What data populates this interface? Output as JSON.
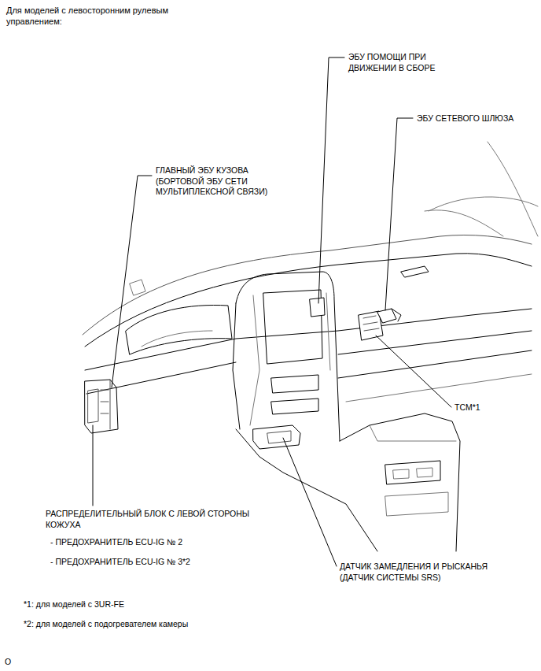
{
  "diagram": {
    "title": "Для моделей с левосторонним рулевым управлением:",
    "labels": [
      "ЭБУ ПОМОЩИ ПРИ ДВИЖЕНИИ В СБОРЕ",
      "ЭБУ СЕТЕВОГО ШЛЮЗА",
      "ГЛАВНЫЙ ЭБУ КУЗОВА (БОРТОВОЙ ЭБУ СЕТИ МУЛЬТИПЛЕКСНОЙ СВЯЗИ)",
      "TCM*1",
      "РАСПРЕДЕЛИТЕЛЬНЫЙ БЛОК С ЛЕВОЙ СТОРОНЫ КОЖУХА",
      "- ПРЕДОХРАНИТЕЛЬ ECU-IG № 2",
      "- ПРЕДОХРАНИТЕЛЬ ECU-IG № 3*2",
      "ДАТЧИК ЗАМЕДЛЕНИЯ И РЫСКАНЬЯ (ДАТЧИК СИСТЕМЫ SRS)",
      "*1: для моделей с 3UR-FE",
      "*2: для моделей с подогревателем камеры",
      "O"
    ]
  }
}
